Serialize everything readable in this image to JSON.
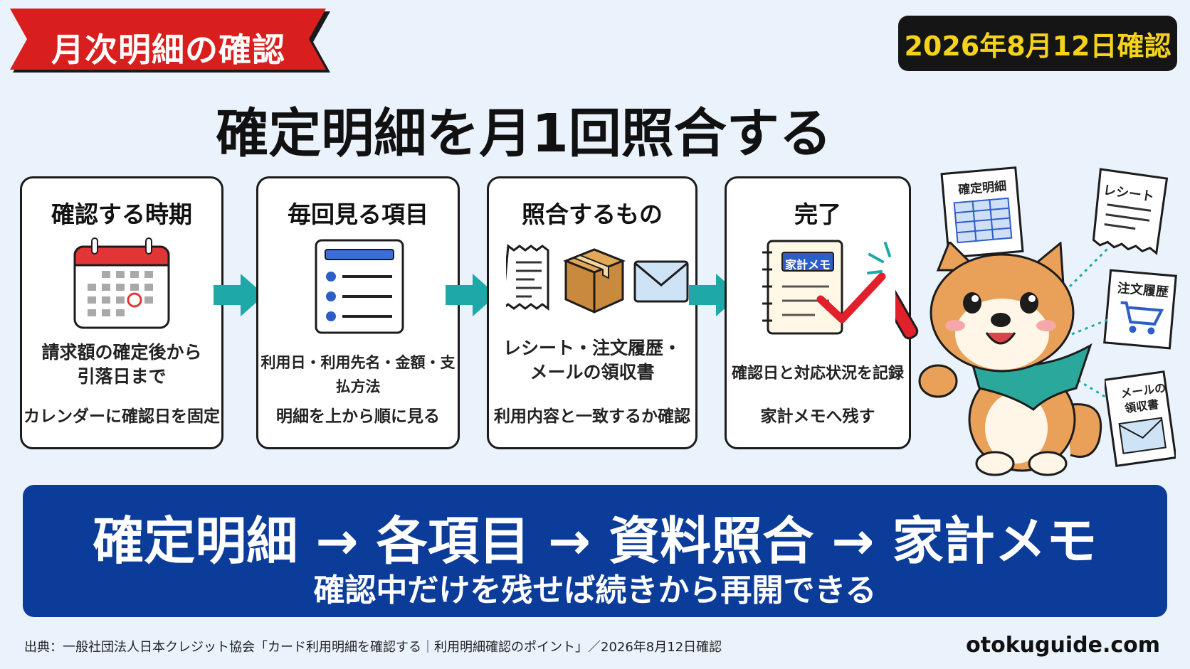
{
  "ribbon": {
    "label": "月次明細の確認"
  },
  "date_badge": {
    "label": "2026年8月12日確認"
  },
  "title": "確定明細を月1回照合する",
  "steps": [
    {
      "title": "確認する時期",
      "text1": "請求額の確定後から",
      "text1b": "引落日まで",
      "text2": "カレンダーに確認日を固定",
      "icon": "calendar-icon"
    },
    {
      "title": "毎回見る項目",
      "text1": "利用日・利用先名・金額・支払方法",
      "text2": "明細を上から順に見る",
      "icon": "list-document-icon"
    },
    {
      "title": "照合するもの",
      "text1": "レシート・注文履歴・",
      "text1b": "メールの領収書",
      "text2": "利用内容と一致するか確認",
      "icon": "receipt-box-mail-icons"
    },
    {
      "title": "完了",
      "text1": "確認日と対応状況を記録",
      "text2": "家計メモへ残す",
      "memo_label": "家計メモ",
      "icon": "notebook-check-icon"
    }
  ],
  "side_papers": [
    {
      "label": "確定明細"
    },
    {
      "label": "レシート"
    },
    {
      "label": "注文履歴"
    },
    {
      "label": "メールの",
      "label2": "領収書"
    }
  ],
  "banner": {
    "line1": "確定明細 → 各項目 → 資料照合 → 家計メモ",
    "line2": "確認中だけを残せば続きから再開できる"
  },
  "footer": {
    "source": "出典：一般社団法人日本クレジット協会「カード利用明細を確認する｜利用明細確認のポイント」／2026年8月12日確認",
    "site": "otokuguide.com"
  },
  "colors": {
    "ribbon": "#d91e1e",
    "badge_text": "#f4d31a",
    "banner": "#0c3c99",
    "arrow": "#1fa8a8",
    "check": "#e0202a"
  }
}
